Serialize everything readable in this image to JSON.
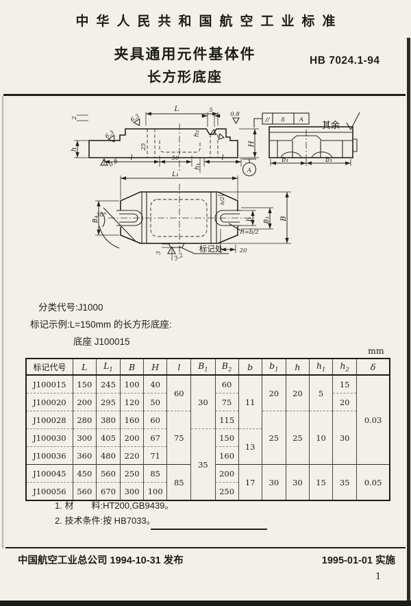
{
  "page": {
    "header": "中华人民共和国航空工业标准",
    "title_line1": "夹具通用元件基体件",
    "title_line2": "长方形底座",
    "standard_no": "HB 7024.1-94"
  },
  "drawing": {
    "labels": {
      "d2": "2",
      "r63_1": "6.3",
      "r63_2": "6.3",
      "r63_3": "6.3",
      "r63_4": "6.3",
      "dimL": "L",
      "d5": "5",
      "r08_top": "0.8",
      "r08_bot": "0.8",
      "h": "h",
      "l_left": "l",
      "d50": "50",
      "l_right": "l",
      "h1": "h₁",
      "d25": "25",
      "h2": "h₂",
      "H": "H",
      "datum": "A",
      "tf_sym": "//",
      "tf_tol": "δ",
      "tf_ref": "A",
      "rest": "其余",
      "b1_left": "b₁",
      "b1_right": "b₁",
      "L1": "L₁",
      "B2": "B₂",
      "deg30": "30°",
      "b": "b",
      "B1": "B₁",
      "B": "B",
      "b_half": "b/2",
      "radius": "R=b/2",
      "d20": "20",
      "d3": "3",
      "r32": "3.2",
      "mark": "标记处"
    }
  },
  "spec": {
    "class_code": "分类代号:J1000",
    "example_line1": "标记示例:L=150mm 的长方形底座:",
    "example_line2": "底座 J100015"
  },
  "table": {
    "unit": "mm",
    "columns": [
      {
        "label": "标记代号"
      },
      {
        "label": "L"
      },
      {
        "label": "L",
        "sub": "1"
      },
      {
        "label": "B"
      },
      {
        "label": "H"
      },
      {
        "label": "l"
      },
      {
        "label": "B",
        "sub": "1"
      },
      {
        "label": "B",
        "sub": "2"
      },
      {
        "label": "b"
      },
      {
        "label": "b",
        "sub": "1"
      },
      {
        "label": "h"
      },
      {
        "label": "h",
        "sub": "1"
      },
      {
        "label": "h",
        "sub": "2"
      },
      {
        "label": "δ"
      }
    ],
    "rows": [
      [
        "J100015",
        "150",
        "245",
        "100",
        "40",
        {
          "v": "60",
          "rs": 2
        },
        {
          "v": "30",
          "rs": 3
        },
        "60",
        {
          "v": "11",
          "rs": 3
        },
        {
          "v": "20",
          "rs": 2
        },
        {
          "v": "20",
          "rs": 2
        },
        {
          "v": "5",
          "rs": 2
        },
        "15",
        {
          "v": "0.03",
          "rs": 5
        }
      ],
      [
        "J100020",
        "200",
        "295",
        "120",
        "50",
        null,
        null,
        "75",
        null,
        null,
        null,
        null,
        "20",
        null
      ],
      [
        "J100028",
        "280",
        "380",
        "160",
        "60",
        {
          "v": "75",
          "rs": 3
        },
        null,
        "115",
        null,
        {
          "v": "25",
          "rs": 3
        },
        {
          "v": "25",
          "rs": 3
        },
        {
          "v": "10",
          "rs": 3
        },
        {
          "v": "30",
          "rs": 3
        },
        null
      ],
      [
        "J100030",
        "300",
        "405",
        "200",
        "67",
        null,
        {
          "v": "35",
          "rs": 4
        },
        "150",
        {
          "v": "13",
          "rs": 2
        },
        null,
        null,
        null,
        null,
        null
      ],
      [
        "J100036",
        "360",
        "480",
        "220",
        "71",
        null,
        null,
        "160",
        null,
        null,
        null,
        null,
        null,
        null
      ],
      [
        "J100045",
        "450",
        "560",
        "250",
        "85",
        {
          "v": "85",
          "rs": 2
        },
        null,
        "200",
        {
          "v": "17",
          "rs": 2
        },
        {
          "v": "30",
          "rs": 2
        },
        {
          "v": "30",
          "rs": 2
        },
        {
          "v": "15",
          "rs": 2
        },
        {
          "v": "35",
          "rs": 2
        },
        {
          "v": "0.05",
          "rs": 2
        }
      ],
      [
        "J100056",
        "560",
        "670",
        "300",
        "100",
        null,
        null,
        "250",
        null,
        null,
        null,
        null,
        null,
        null
      ]
    ]
  },
  "notes": {
    "n1": "1. 材　　料:HT200,GB9439。",
    "n2": "2. 技术条件:按 HB7033。"
  },
  "footer": {
    "issued": "中国航空工业总公司 1994-10-31 发布",
    "effective": "1995-01-01 实施",
    "page_number": "1"
  }
}
